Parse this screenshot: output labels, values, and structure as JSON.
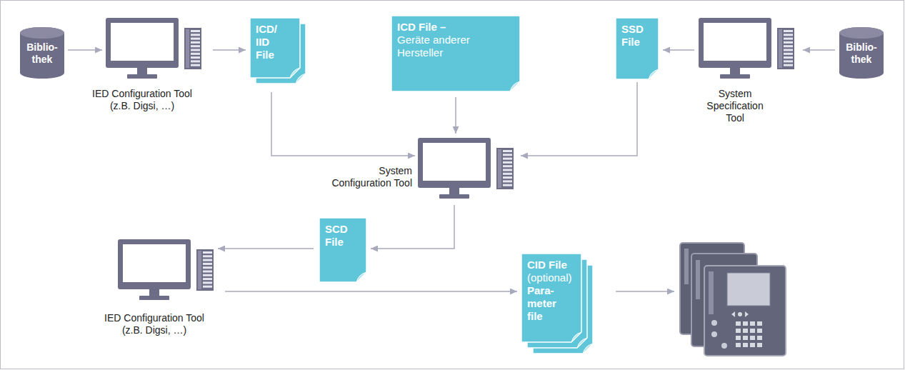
{
  "diagram": {
    "nodes": [
      {
        "text": [
          "Biblio- thek"
        ]
      },
      {
        "text": [
          "IED Configuration Tool (z.B. Digsi, …)"
        ]
      },
      {
        "text": [
          "ICD/ IID File"
        ]
      },
      {
        "text": [
          "ICD File –",
          "Geräte anderer Hersteller"
        ]
      },
      {
        "text": [
          "SSD File"
        ]
      },
      {
        "text": [
          "System Specification Tool"
        ]
      },
      {
        "text": [
          "Biblio- thek"
        ]
      },
      {
        "text": [
          "System Configuration Tool"
        ]
      },
      {
        "text": [
          "SCD File"
        ]
      },
      {
        "text": [
          "IED Configuration Tool (z.B. Digsi, …)"
        ]
      },
      {
        "text": [
          "CID File",
          "(optional)",
          "Para- meter file"
        ]
      }
    ],
    "edges": [
      {
        "from": 0,
        "to": 1,
        "arrow": "to"
      },
      {
        "from": 1,
        "to": 2,
        "arrow": "to"
      },
      {
        "from": 2,
        "to": 7,
        "arrow": "to"
      },
      {
        "from": 3,
        "to": 7,
        "arrow": "to"
      },
      {
        "from": 4,
        "to": 7,
        "arrow": "to"
      },
      {
        "from": 5,
        "to": 4,
        "arrow": "to"
      },
      {
        "from": 6,
        "to": 5,
        "arrow": "to"
      },
      {
        "from": 7,
        "to": 8,
        "arrow": "to"
      },
      {
        "from": 8,
        "to": 9,
        "arrow": "to"
      },
      {
        "from": 9,
        "to": 10,
        "arrow": "to"
      }
    ]
  }
}
